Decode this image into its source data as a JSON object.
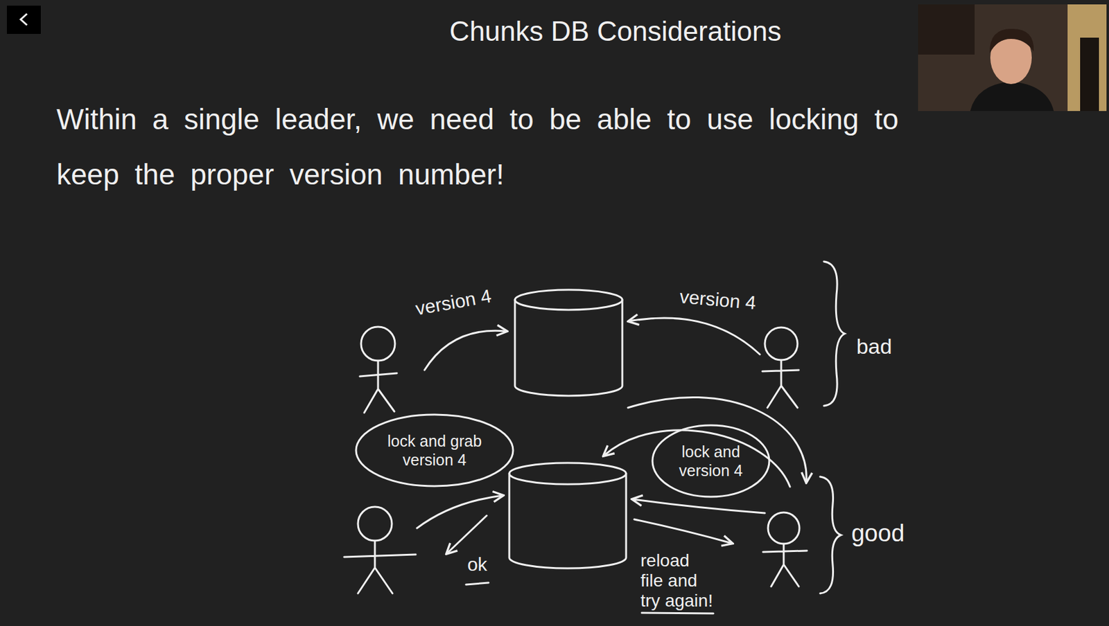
{
  "diagram": {
    "title": "Chunks DB Considerations",
    "nodes": [
      {
        "text": [
          "lock and grab version 4"
        ]
      },
      {
        "text": [
          "lock and version 4"
        ]
      }
    ],
    "labels": [
      "Within a single leader, we need to be able to use locking to keep the proper version number!",
      "version 4",
      "version 4",
      "bad",
      "ok",
      "reload file and try again!",
      "good"
    ]
  }
}
